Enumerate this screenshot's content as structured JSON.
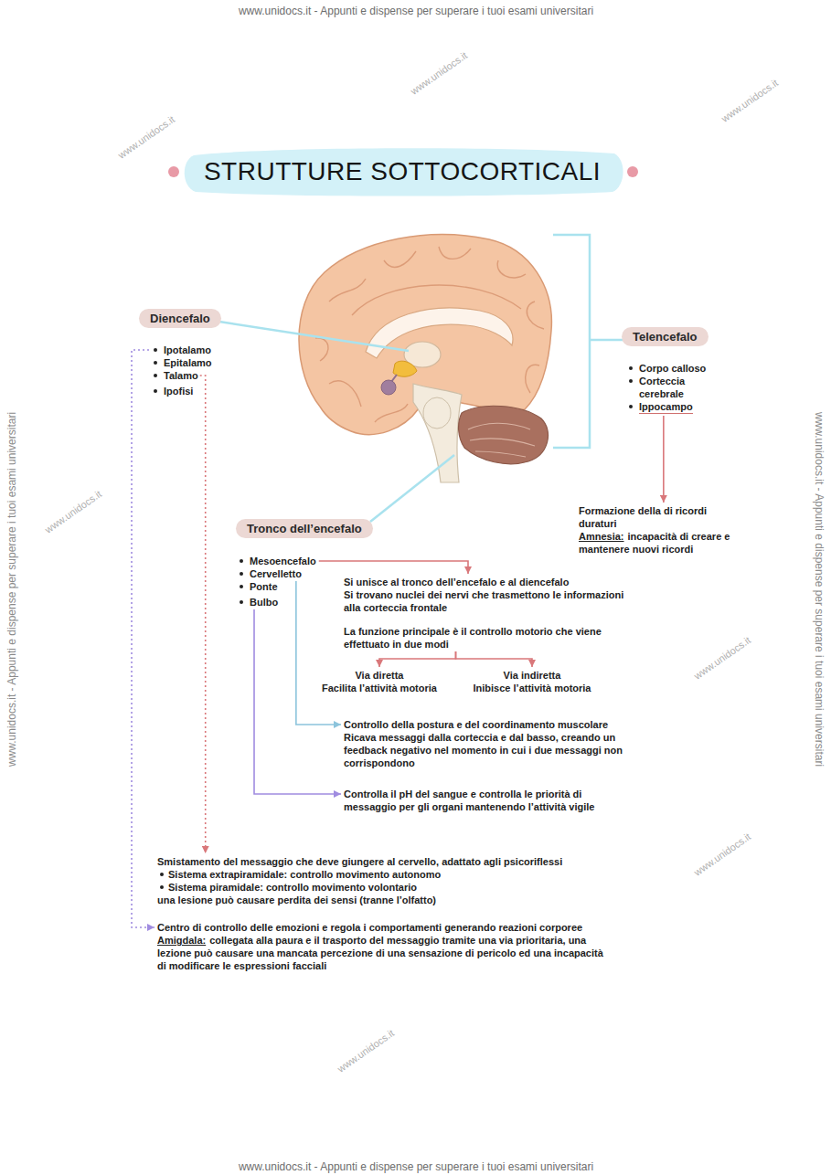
{
  "diagram": {
    "title": "STRUTTURE SOTTOCORTICALI",
    "nodes": [
      {
        "text": [
          "Diencefalo"
        ]
      },
      {
        "text": [
          "Ipotalamo"
        ]
      },
      {
        "text": [
          "Epitalamo"
        ]
      },
      {
        "text": [
          "Talamo"
        ]
      },
      {
        "text": [
          "Ipofisi"
        ]
      },
      {
        "text": [
          "Telencefalo"
        ]
      },
      {
        "text": [
          "Corpo calloso"
        ]
      },
      {
        "text": [
          "Corteccia cerebrale"
        ]
      },
      {
        "text": [
          "Ippocampo"
        ]
      },
      {
        "text": [
          "Formazione della di ricordi duraturi",
          "Amnesia:",
          "incapacità di creare e mantenere nuovi ricordi"
        ]
      },
      {
        "text": [
          "Tronco dell’encefalo"
        ]
      },
      {
        "text": [
          "Mesoencefalo"
        ]
      },
      {
        "text": [
          "Cervelletto"
        ]
      },
      {
        "text": [
          "Ponte"
        ]
      },
      {
        "text": [
          "Bulbo"
        ]
      },
      {
        "text": [
          "Si unisce al tronco dell’encefalo e al diencefalo",
          "Si trovano nuclei dei nervi che trasmettono le informazioni alla corteccia frontale",
          "La funzione principale è il controllo motorio che viene effettuato in due modi"
        ]
      },
      {
        "text": [
          "Via diretta",
          "Facilita l’attività motoria"
        ]
      },
      {
        "text": [
          "Via indiretta",
          "Inibisce l’attività motoria"
        ]
      },
      {
        "text": [
          "Controllo della postura e del coordinamento muscolare",
          "Ricava messaggi dalla corteccia e dal basso, creando un feedback negativo nel momento in cui i due messaggi non corrispondono"
        ]
      },
      {
        "text": [
          "Controlla il pH del sangue e controlla le priorità di messaggio per gli organi mantenendo l’attività vigile"
        ]
      },
      {
        "text": [
          "Smistamento del messaggio che deve giungere al cervello, adattato agli psicoriflessi",
          "Sistema extrapiramidale: controllo movimento autonomo",
          "Sistema piramidale: controllo movimento volontario",
          "una lesione può causare perdita dei sensi (tranne l’olfatto)"
        ]
      },
      {
        "text": [
          "Centro di controllo delle emozioni e regola i comportamenti generando reazioni corporee",
          "Amigdala:",
          "collegata alla paura e il trasporto del messaggio tramite una via prioritaria, una lezione può causare una mancata percezione di una sensazione di pericolo ed una incapacità di modificare le espressioni facciali"
        ]
      }
    ],
    "edges": [
      {
        "from": 8,
        "to": 9,
        "arrow": "to"
      },
      {
        "from": 11,
        "to": 15,
        "arrow": "to"
      },
      {
        "from": 15,
        "to": 16,
        "arrow": "to"
      },
      {
        "from": 15,
        "to": 17,
        "arrow": "to"
      },
      {
        "from": 12,
        "to": 18,
        "arrow": "to"
      },
      {
        "from": 14,
        "to": 19,
        "arrow": "to"
      },
      {
        "from": 3,
        "to": 20,
        "arrow": "to"
      },
      {
        "from": 1,
        "to": 21,
        "arrow": "to"
      }
    ],
    "labels": [
      "www.unidocs.it - Appunti e dispense per superare i tuoi esami universitari",
      "www.unidocs.it - Appunti e dispense per superare i tuoi esami universitari",
      "www.unidocs.it - Appunti e dispense per superare i tuoi esami universitari",
      "www.unidocs.it - Appunti e dispense per superare i tuoi esami universitari",
      "www.unidocs.it",
      "www.unidocs.it",
      "www.unidocs.it",
      "www.unidocs.it",
      "www.unidocs.it",
      "www.unidocs.it",
      "www.unidocs.it"
    ]
  }
}
